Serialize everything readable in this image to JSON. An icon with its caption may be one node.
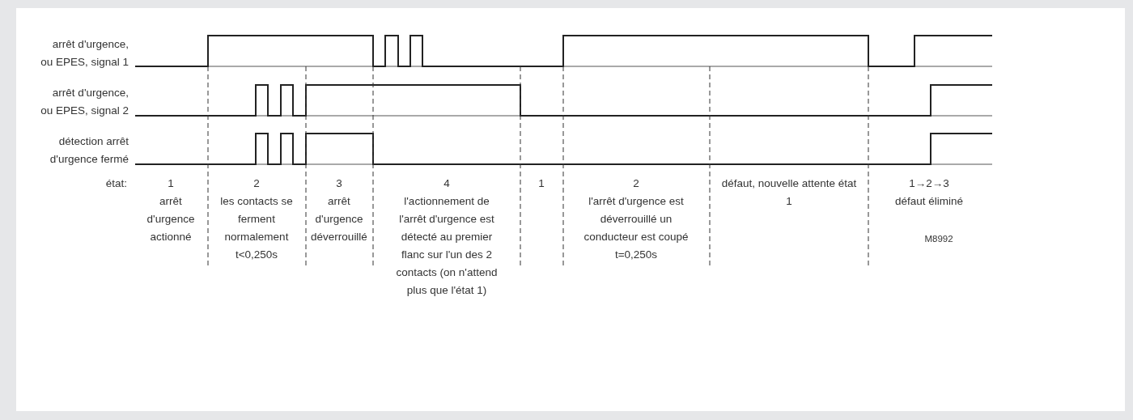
{
  "diagram": {
    "labels": [
      "arrêt d'urgence, ou EPES, signal 1",
      "arrêt d'urgence, ou EPES, signal 2",
      "détection arrêt d'urgence fermé",
      "état:",
      "1",
      "arrêt d'urgence actionné",
      "2",
      "les contacts se ferment normalement t<0,250s",
      "3",
      "arrêt d'urgence déverrouillé",
      "4",
      "l'actionnement de l'arrêt d'urgence est détecté au premier flanc sur l'un des 2 contacts (on n'attend plus que l'état 1)",
      "1",
      "2",
      "l'arrêt d'urgence est déverrouillé un conducteur est coupé t=0,250s",
      "défaut, nouvelle attente état 1",
      "1→2→3",
      "défaut éliminé",
      "M8992"
    ]
  }
}
